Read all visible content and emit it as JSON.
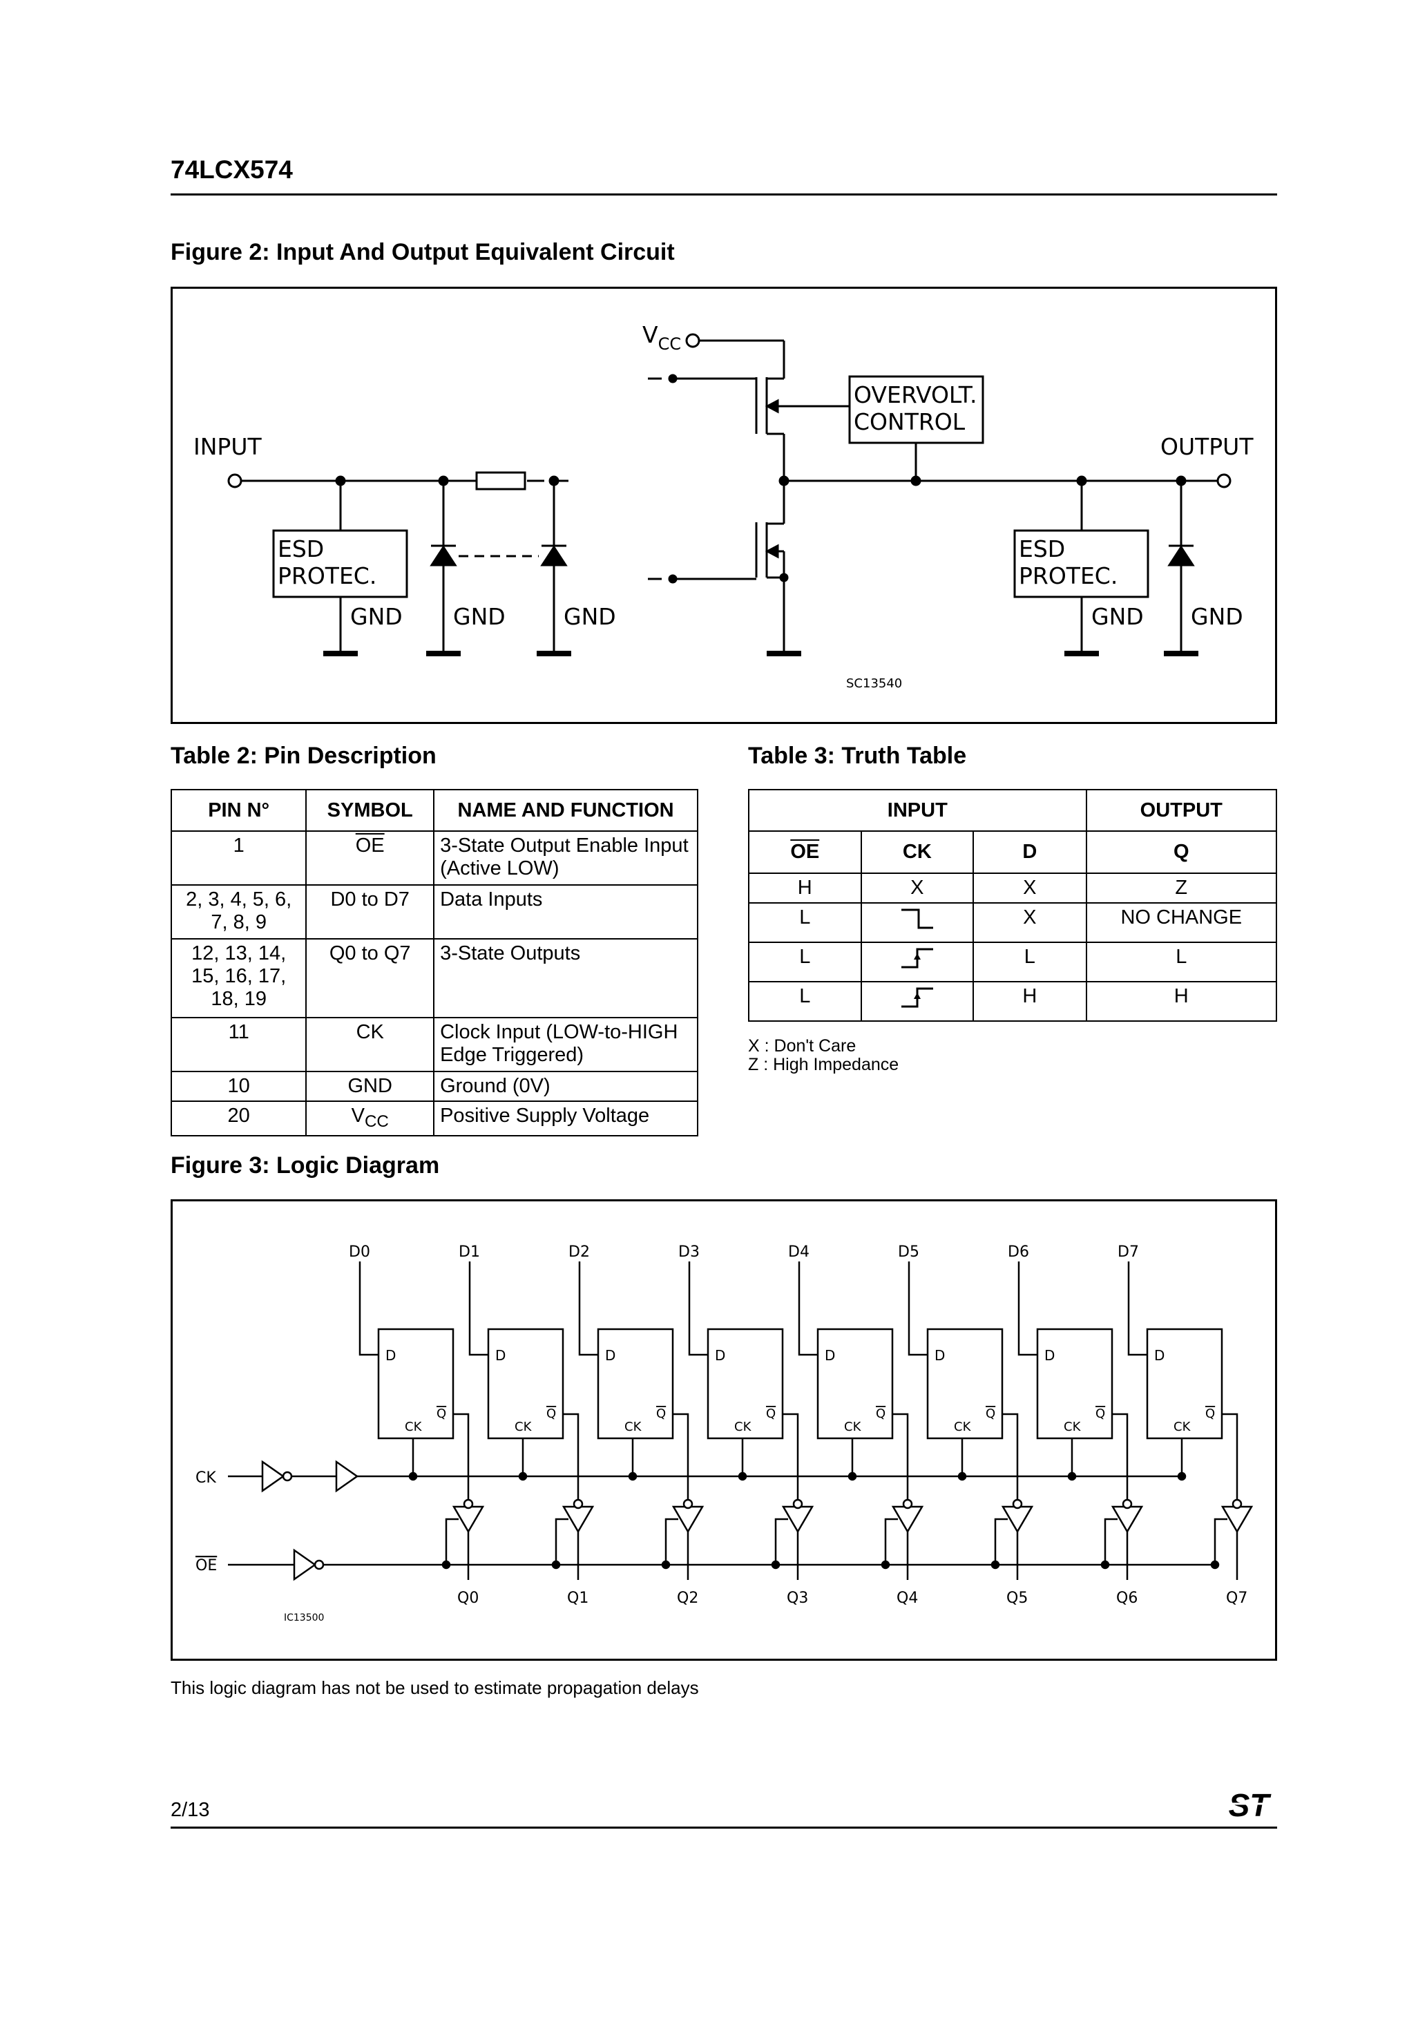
{
  "header": {
    "part_number": "74LCX574"
  },
  "figure2": {
    "caption": "Figure 2: Input And Output Equivalent Circuit",
    "labels": {
      "vcc": "V",
      "vcc_sub": "CC",
      "input": "INPUT",
      "output": "OUTPUT",
      "overvolt_line1": "OVERVOLT.",
      "overvolt_line2": "CONTROL",
      "esd_line1": "ESD",
      "esd_line2": "PROTEC.",
      "gnd": "GND",
      "code": "SC13540"
    }
  },
  "table2": {
    "caption": "Table 2: Pin Description",
    "headers": [
      "PIN N°",
      "SYMBOL",
      "NAME AND FUNCTION"
    ],
    "rows": [
      {
        "pin": "1",
        "symbol": "OE",
        "function": "3-State Output Enable Input (Active LOW)"
      },
      {
        "pin": "2, 3, 4, 5, 6, 7, 8, 9",
        "symbol": "D0 to D7",
        "function": "Data Inputs"
      },
      {
        "pin": "12, 13, 14, 15, 16, 17, 18, 19",
        "symbol": "Q0 to Q7",
        "function": "3-State Outputs"
      },
      {
        "pin": "11",
        "symbol": "CK",
        "function": "Clock Input (LOW-to-HIGH Edge Triggered)"
      },
      {
        "pin": "10",
        "symbol": "GND",
        "function": "Ground (0V)"
      },
      {
        "pin": "20",
        "symbol": "V",
        "symbol_sub": "CC",
        "function": "Positive Supply Voltage"
      }
    ]
  },
  "table3": {
    "caption": "Table 3: Truth Table",
    "group_headers": [
      "INPUT",
      "OUTPUT"
    ],
    "headers": [
      "OE",
      "CK",
      "D",
      "Q"
    ],
    "rows": [
      {
        "oe": "H",
        "ck": "X",
        "ck_icon": "",
        "d": "X",
        "q": "Z"
      },
      {
        "oe": "L",
        "ck": "",
        "ck_icon": "falling-edge-icon",
        "d": "X",
        "q": "NO CHANGE"
      },
      {
        "oe": "L",
        "ck": "",
        "ck_icon": "rising-edge-icon",
        "d": "L",
        "q": "L"
      },
      {
        "oe": "L",
        "ck": "",
        "ck_icon": "rising-edge-icon",
        "d": "H",
        "q": "H"
      }
    ],
    "notes": [
      "X : Don't Care",
      "Z : High Impedance"
    ]
  },
  "figure3": {
    "caption": "Figure 3: Logic Diagram",
    "d_labels": [
      "D0",
      "D1",
      "D2",
      "D3",
      "D4",
      "D5",
      "D6",
      "D7"
    ],
    "q_labels": [
      "Q0",
      "Q1",
      "Q2",
      "Q3",
      "Q4",
      "Q5",
      "Q6",
      "Q7"
    ],
    "ff_d": "D",
    "ff_ck": "CK",
    "ff_q": "Q",
    "ck_label": "CK",
    "oe_label": "OE",
    "code": "IC13500",
    "note": "This logic diagram has not be used to estimate propagation delays"
  },
  "footer": {
    "page": "2/13",
    "logo": "ST"
  }
}
